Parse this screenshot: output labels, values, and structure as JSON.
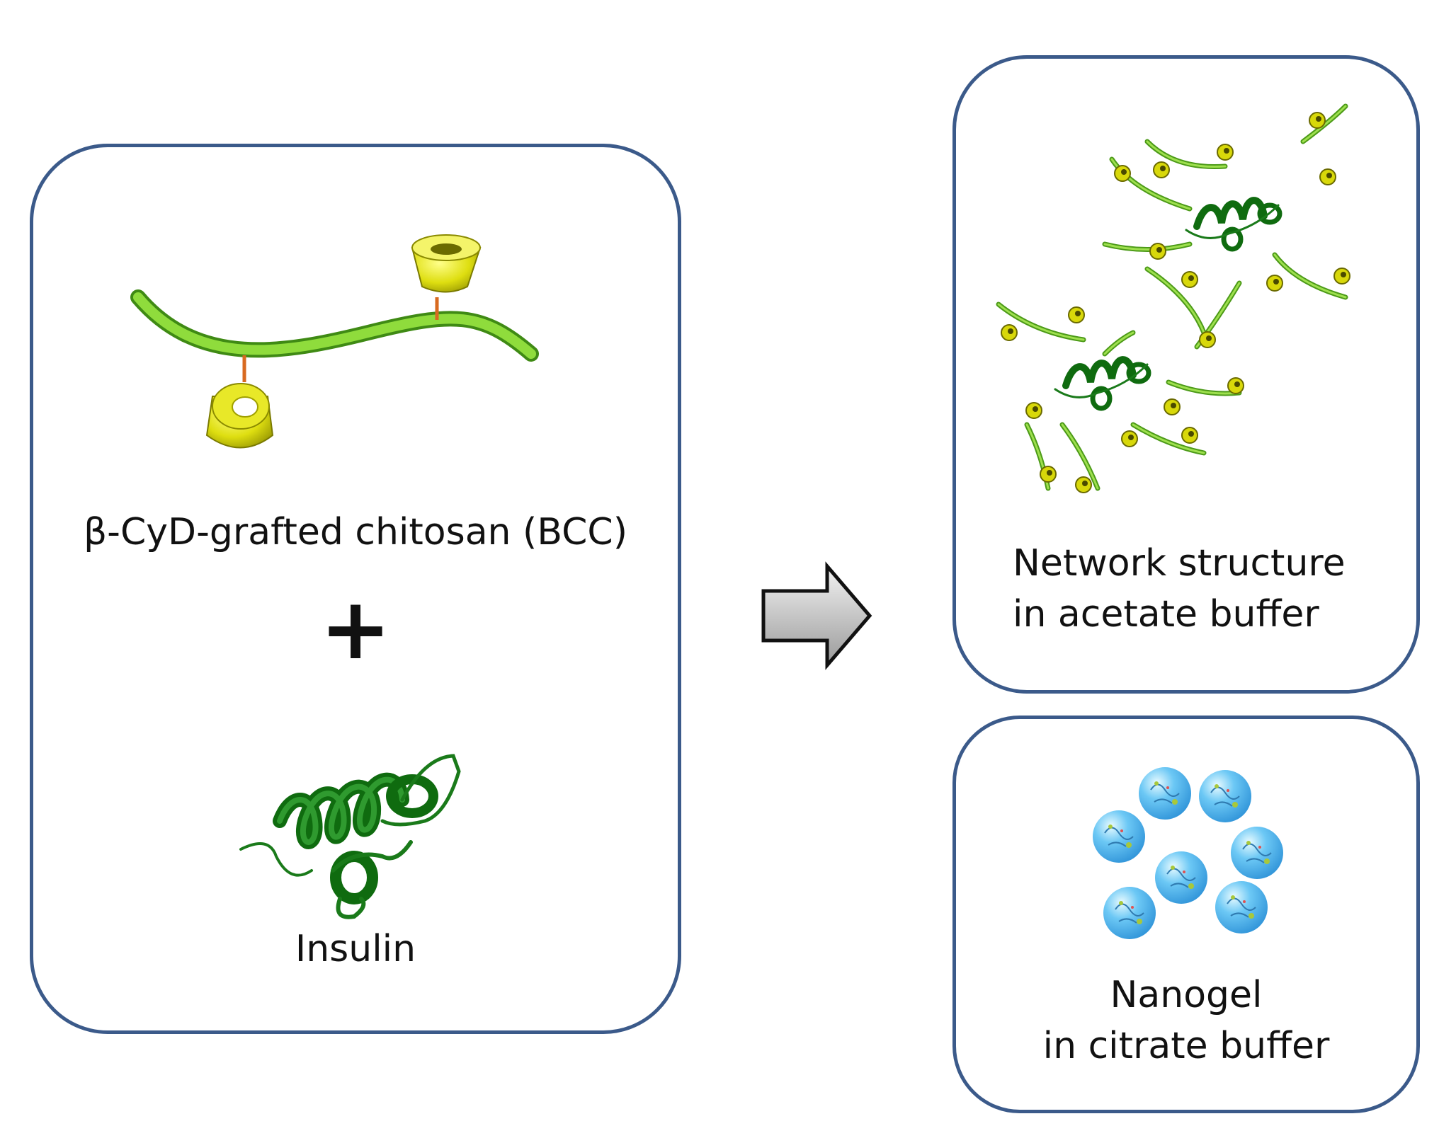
{
  "left_panel": {
    "bcc_label": "β-CyD-grafted chitosan  (BCC)",
    "plus_symbol": "+",
    "insulin_label": "Insulin"
  },
  "right_top_panel": {
    "line1": "Network structure",
    "line2": "in acetate buffer"
  },
  "right_bottom_panel": {
    "line1": "Nanogel",
    "line2": "in citrate buffer"
  },
  "colors": {
    "panel_border": "#3b5a8a",
    "chitosan_green": "#7ccc2e",
    "cyclodextrin_yellow": "#e6e600",
    "insulin_green": "#1a7a1a",
    "nanogel_blue": "#4fb6ee",
    "arrow_gray": "#bdbdbd"
  }
}
